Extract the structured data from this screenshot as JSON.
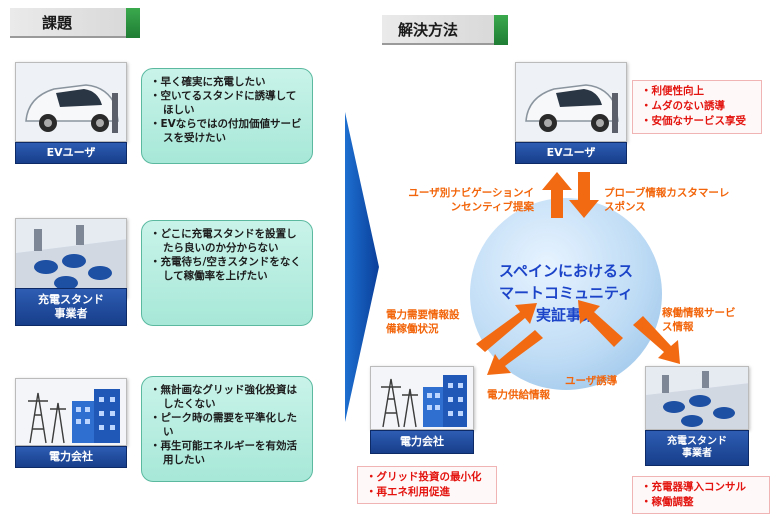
{
  "headers": {
    "issues": "課題",
    "solution": "解決方法"
  },
  "left_rows": [
    {
      "label": "EVユーザ",
      "bullets": [
        "早く確実に充電したい",
        "空いてるスタンドに誘導してほしい",
        "EVならではの付加価値サービスを受けたい"
      ]
    },
    {
      "label": "充電スタンド事業者",
      "bullets": [
        "どこに充電スタンドを設置したら良いのか分からない",
        "充電待ち/空きスタンドをなくして稼働率を上げたい"
      ]
    },
    {
      "label": "電力会社",
      "bullets": [
        "無計画なグリッド強化投資はしたくない",
        "ピーク時の需要を平準化したい",
        "再生可能エネルギーを有効活用したい"
      ]
    }
  ],
  "center": {
    "title": "スペインにおけるスマートコミュニティ実証事業"
  },
  "nodes": {
    "ev": {
      "label": "EVユーザ",
      "results": [
        "利便性向上",
        "ムダのない誘導",
        "安価なサービス享受"
      ]
    },
    "power": {
      "label": "電力会社",
      "results": [
        "グリッド投資の最小化",
        "再エネ利用促進"
      ]
    },
    "station": {
      "label": "充電スタンド事業者",
      "results": [
        "充電器導入コンサル",
        "稼働調整"
      ]
    }
  },
  "flows": {
    "to_ev": "ユーザ別ナビゲーションインセンティブ提案",
    "from_ev": "プローブ情報カスタマーレスポンス",
    "from_power": "電力需要情報設備稼働状況",
    "to_power": "電力供給情報",
    "from_station": "稼働情報サービス情報",
    "to_station": "ユーザ誘導"
  },
  "colors": {
    "label_blue": "#1f4aa0",
    "bubble_green": "#b6eddf",
    "accent_orange": "#f2650b",
    "result_red": "#e3140f",
    "circle_text": "#1c44c9"
  }
}
